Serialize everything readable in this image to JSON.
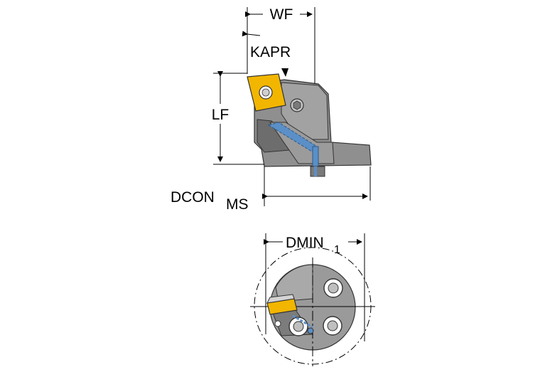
{
  "labels": {
    "wf": "WF",
    "kapr": "KAPR",
    "lf": "LF",
    "dcon_main": "DCON",
    "dcon_sub": "MS",
    "dmin_main": "DMIN",
    "dmin_sub": "1"
  },
  "colors": {
    "body": "#8f8f8f",
    "body_dark": "#6a6a6a",
    "body_light": "#b8b8b8",
    "insert": "#f2b600",
    "coolant": "#5b8fc7",
    "line": "#000000"
  }
}
